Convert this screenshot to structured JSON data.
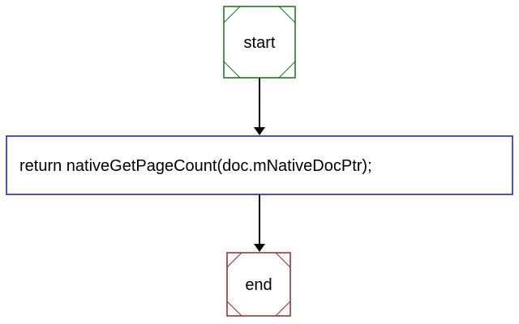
{
  "nodes": {
    "start": {
      "label": "start",
      "border_color": "#1a6b1a"
    },
    "statement": {
      "label": "return nativeGetPageCount(doc.mNativeDocPtr);",
      "border_color": "#1515b8"
    },
    "end": {
      "label": "end",
      "border_color": "#8b2a2a"
    }
  },
  "edges": [
    {
      "from": "start",
      "to": "statement"
    },
    {
      "from": "statement",
      "to": "end"
    }
  ],
  "colors": {
    "edge": "#000000",
    "background": "#ffffff"
  }
}
